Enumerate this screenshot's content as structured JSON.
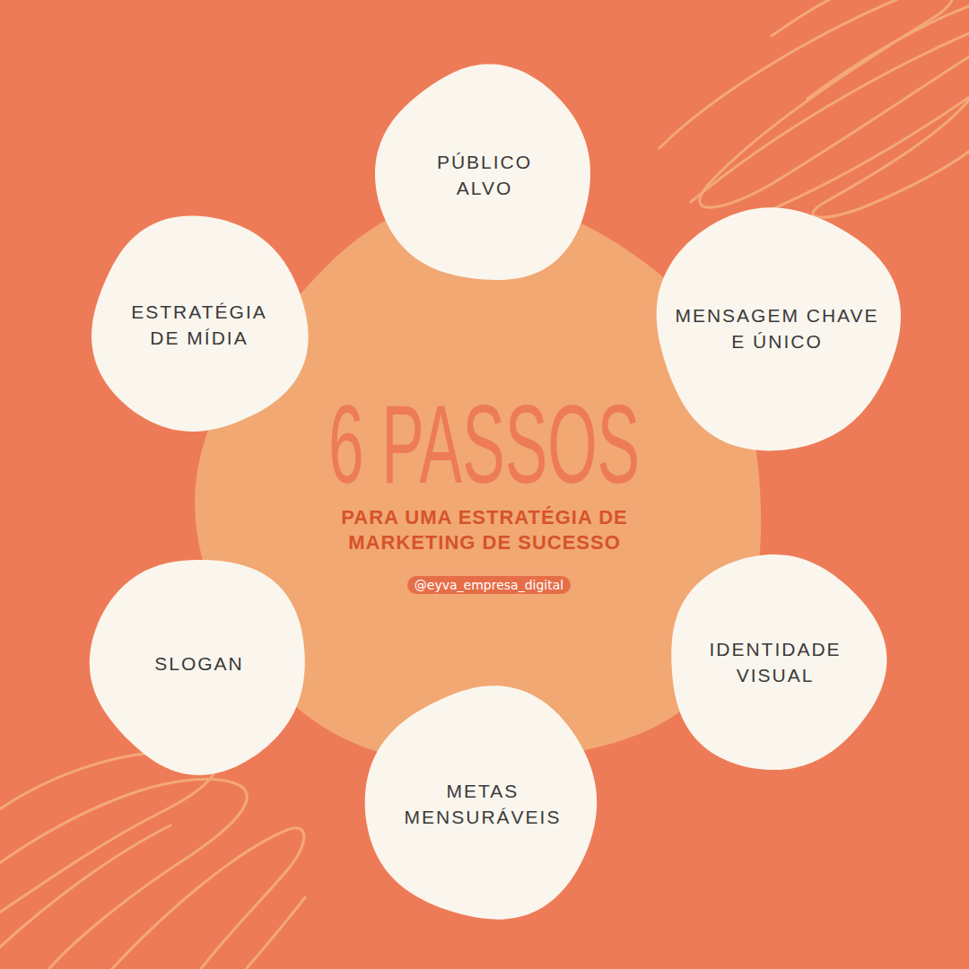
{
  "diagram": {
    "nodes": [
      {
        "text": [
          "PÚBLICO ALVO"
        ]
      },
      {
        "text": [
          "ESTRATÉGIA DE MÍDIA"
        ]
      },
      {
        "text": [
          "MENSAGEM CHAVE E ÚNICO"
        ]
      },
      {
        "text": [
          "6 PASSOS",
          "PARA UMA ESTRATÉGIA DE MARKETING DE SUCESSO"
        ]
      },
      {
        "text": [
          "SLOGAN"
        ]
      },
      {
        "text": [
          "IDENTIDADE VISUAL"
        ]
      },
      {
        "text": [
          "METAS MENSURÁVEIS"
        ]
      }
    ],
    "labels": [
      "@eyva_empresa_digital"
    ]
  }
}
